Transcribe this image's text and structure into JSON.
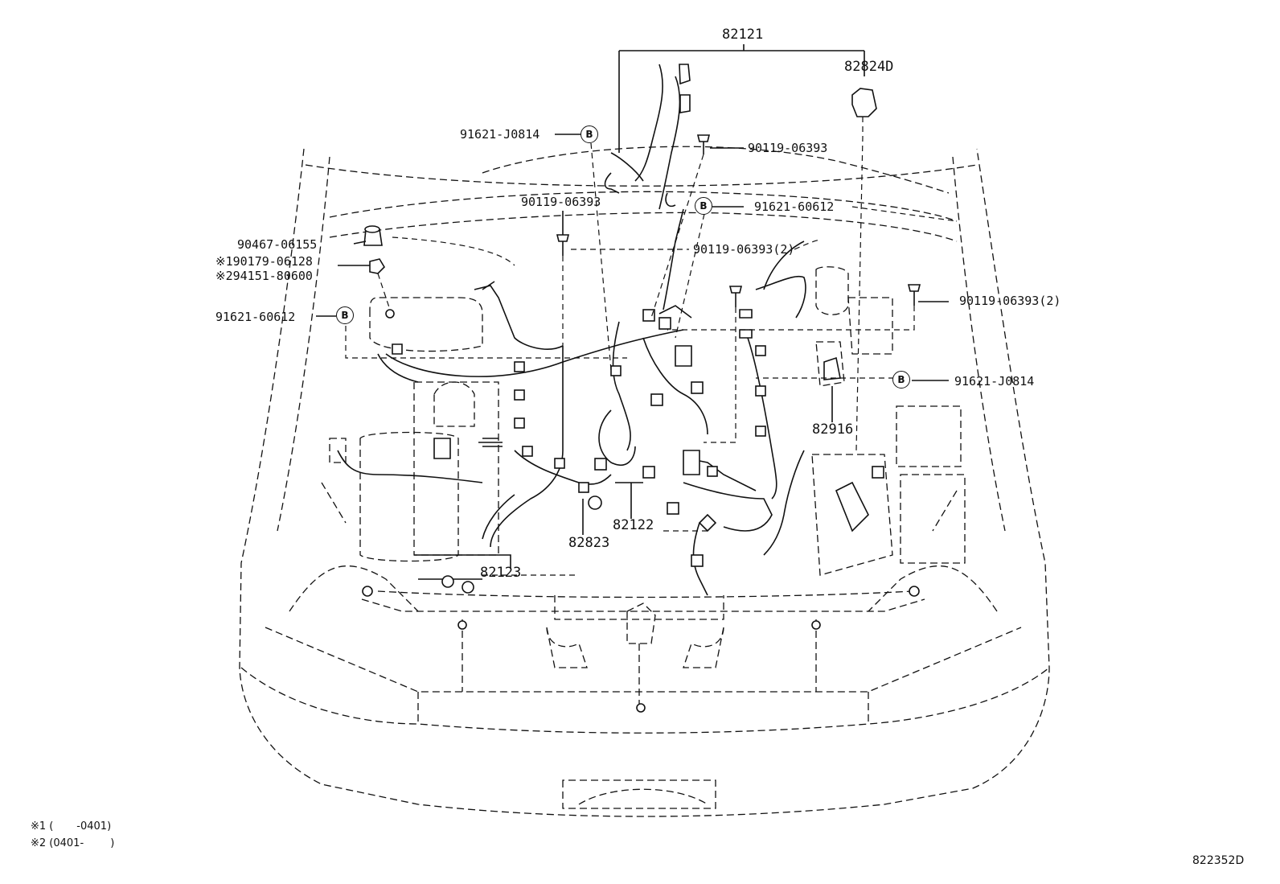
{
  "diagram": {
    "parts": {
      "harness_main": "82121",
      "cover": "82824D",
      "bolt_top": "90119-06393",
      "clamp_top": "91621-J0814",
      "bolt_mid_left": "90119-06393",
      "clamp_b_right": "91621-60612",
      "clip_upper_left": "90467-06155",
      "bolt_center_2": "90119-06393(2)",
      "nut_1": "※190179-06128",
      "nut_2": "※294151-80600",
      "bolt_right_2": "90119-06393(2)",
      "clamp_left": "91621-60612",
      "clamp_right": "91621-J0814",
      "bracket_right": "82916",
      "harness_center": "82122",
      "harness_left": "82823",
      "harness_lower": "82123"
    },
    "bolt_mark_letter": "B",
    "notes": {
      "note1": "※1 (       -0401)",
      "note2": "※2 (0401-        )"
    },
    "reference_code": "822352D"
  }
}
